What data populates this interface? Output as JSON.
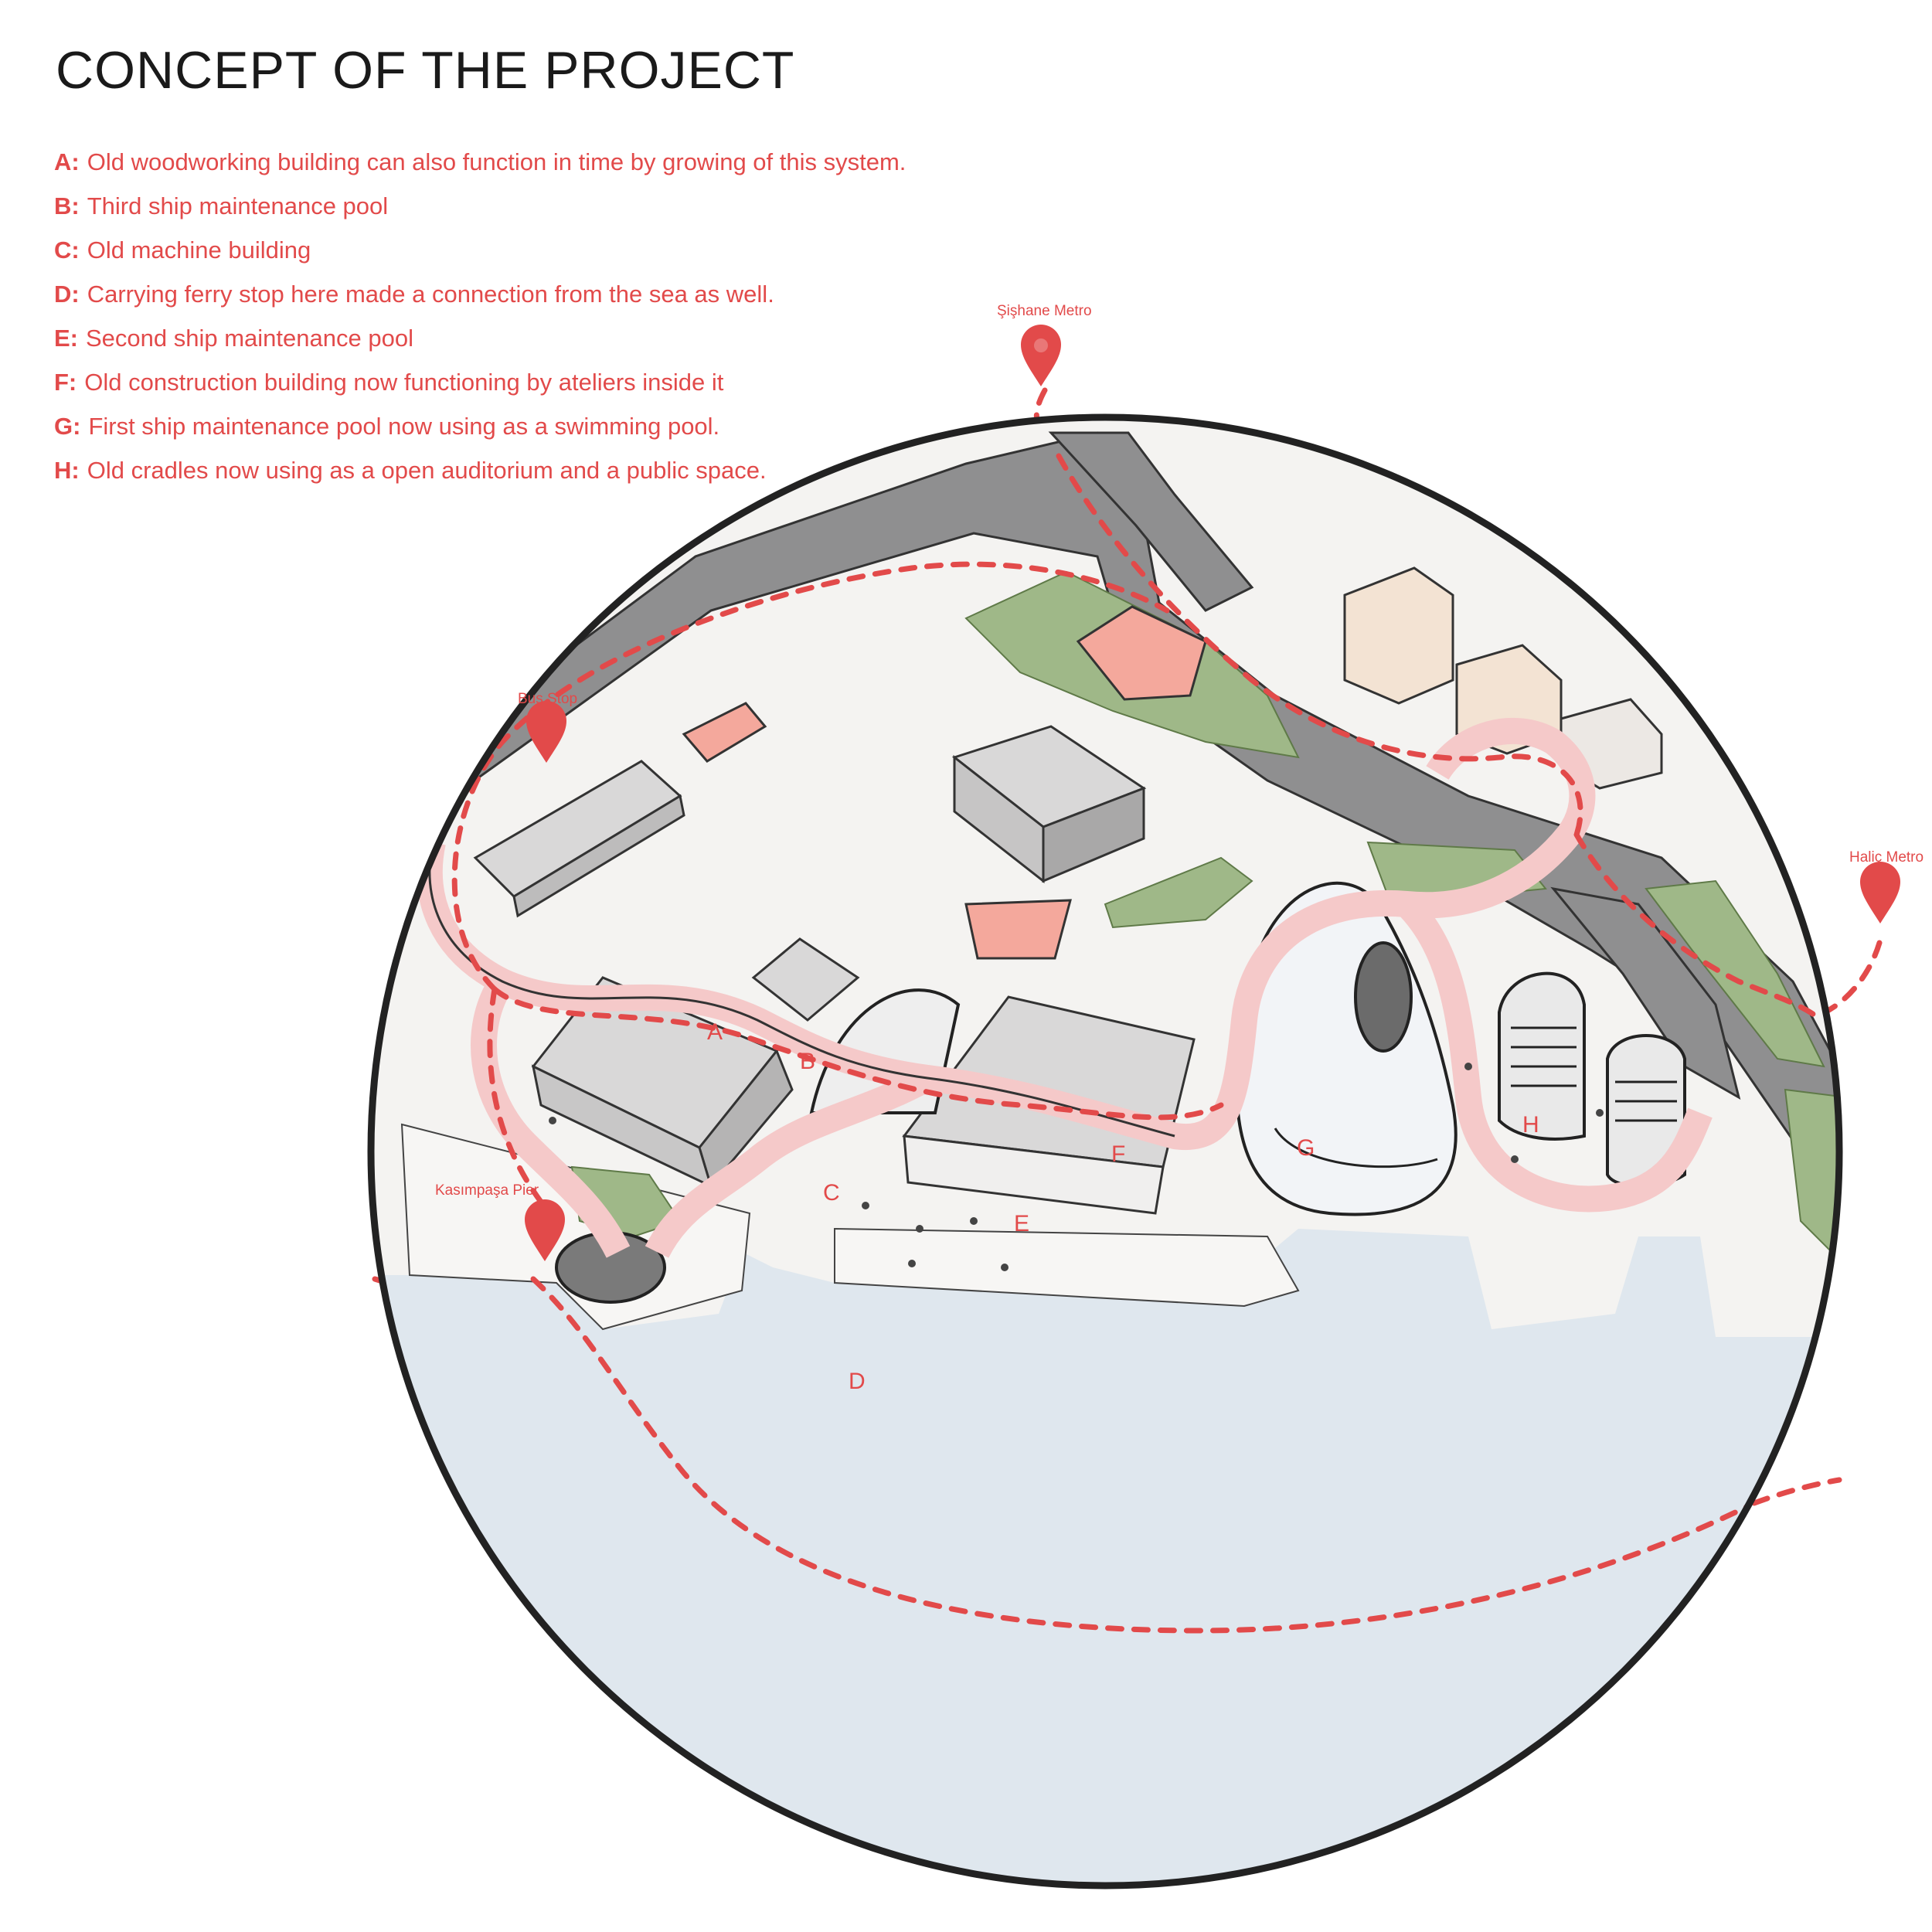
{
  "title": "CONCEPT OF THE PROJECT",
  "legend": [
    {
      "key": "A:",
      "text": "Old woodworking building can also function in time by growing of this system."
    },
    {
      "key": "B:",
      "text": "Third ship maintenance pool"
    },
    {
      "key": "C:",
      "text": "Old machine building"
    },
    {
      "key": "D:",
      "text": "Carrying ferry stop here made a connection from the sea as well."
    },
    {
      "key": "E:",
      "text": "Second ship maintenance pool"
    },
    {
      "key": "F:",
      "text": "Old construction building now functioning by ateliers inside it"
    },
    {
      "key": "G:",
      "text": "First ship maintenance pool now using as a swimming pool."
    },
    {
      "key": "H:",
      "text": "Old cradles now using as a open auditorium and a public space."
    }
  ],
  "zone_labels": {
    "A": "A",
    "B": "B",
    "C": "C",
    "D": "D",
    "E": "E",
    "F": "F",
    "G": "G",
    "H": "H"
  },
  "pins": {
    "sishane": "Şişhane Metro",
    "halic": "Haliç Metro",
    "bus": "Bus Stop",
    "kasimpasa": "Kasımpaşa Pier"
  },
  "colors": {
    "accent": "#e24a4a",
    "water": "#dfe7ee",
    "road": "#8f8f90",
    "land": "#f4f3f1",
    "green": "#9fb888",
    "path_fill": "#f5c9c9"
  }
}
